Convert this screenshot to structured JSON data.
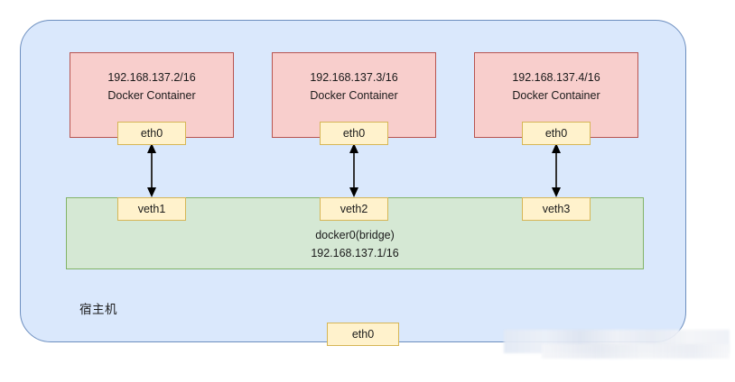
{
  "diagram": {
    "host": {
      "label": "宿主机",
      "fill": "#dae8fc",
      "stroke": "#6c8ebf"
    },
    "containers": [
      {
        "ip": "192.168.137.2/16",
        "name": "Docker Container",
        "iface": "eth0"
      },
      {
        "ip": "192.168.137.3/16",
        "name": "Docker Container",
        "iface": "eth0"
      },
      {
        "ip": "192.168.137.4/16",
        "name": "Docker Container",
        "iface": "eth0"
      }
    ],
    "container_style": {
      "fill": "#f8cecc",
      "stroke": "#b85450"
    },
    "bridge": {
      "name": "docker0(bridge)",
      "ip": "192.168.137.1/16",
      "fill": "#d5e8d4",
      "stroke": "#82b366",
      "veths": [
        "veth1",
        "veth2",
        "veth3"
      ]
    },
    "iface_style": {
      "fill": "#fff2cc",
      "stroke": "#d6b656"
    },
    "host_nic": {
      "label": "eth0"
    },
    "connectors": [
      {
        "from": "eth0",
        "to": "veth1",
        "kind": "double-arrow"
      },
      {
        "from": "eth0",
        "to": "veth2",
        "kind": "double-arrow"
      },
      {
        "from": "eth0",
        "to": "veth3",
        "kind": "double-arrow"
      }
    ]
  }
}
